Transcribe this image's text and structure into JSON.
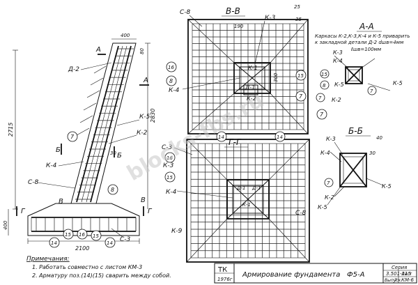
{
  "watermark": "blocks-fbs.ru",
  "left_view": {
    "dims": {
      "top": "400",
      "small_top": "80",
      "height_total": "2715",
      "height_col": "2830",
      "offset": "30",
      "base_height": "400",
      "base_width": "2100"
    },
    "labels": {
      "a_left": "А",
      "a_right": "А",
      "d2": "Д-2",
      "k5": "К-5",
      "k2": "К-2",
      "k4": "К-4",
      "c8": "С-8",
      "c3": "С-3",
      "b_left": "Б",
      "b_right": "Б",
      "v_left": "В",
      "v_right": "В",
      "g_left": "Г",
      "g_right": "Г"
    },
    "bubbles": [
      "7",
      "8",
      "14",
      "15",
      "16",
      "15",
      "14"
    ]
  },
  "plan_bb": {
    "title": "В-В",
    "labels": {
      "c8": "С-8",
      "k3": "К-3",
      "k4": "К-4",
      "k2": "К-2",
      "d1": "Д-1",
      "k1": "К-1",
      "dim_190": "190",
      "dim_25": "25",
      "dim_35": "35",
      "dim_300": "300"
    },
    "bubbles": [
      "16",
      "8",
      "15",
      "7",
      "7"
    ]
  },
  "section_aa": {
    "title": "А-А",
    "note_lines": [
      "Каркасы К-2,К-3,К-4 и К-5 приварить",
      "к закладной детали Д-2 dшв=4мм",
      "ℓшв=100мм"
    ],
    "labels": {
      "k3": "К-3",
      "k4": "К-4",
      "k5": "К-5",
      "k2": "К-2",
      "k5b": "К-5"
    },
    "bubbles": [
      "15",
      "8",
      "7",
      "7"
    ]
  },
  "plan_gg": {
    "title": "Г-Г",
    "labels": {
      "c3": "С-3",
      "k3": "К-3",
      "k4": "К-4",
      "k9": "К-9",
      "c8": "С-8",
      "k1": "К-1",
      "d1": "Д-1",
      "d1b": "Д-1"
    },
    "bubbles": [
      "16",
      "14",
      "15",
      "14"
    ]
  },
  "section_bb2": {
    "title": "Б-Б",
    "labels": {
      "k3": "К-3",
      "k4": "К-4",
      "k5": "К-5",
      "k2": "К-2",
      "k5b": "К-5",
      "dim_40": "40",
      "dim_30": "30"
    },
    "bubbles": [
      "7"
    ]
  },
  "notes": {
    "heading": "Примечания:",
    "items": [
      "1. Работать совместно с листом КМ-3",
      "2. Арматуру поз.(14)(15) сварить между собой."
    ]
  },
  "title_block": {
    "tk": "ТК",
    "code": "1976г",
    "title": "Армирование фундамента",
    "mark": "Ф5-А",
    "series_label": "Серия",
    "series_value": "3.501-115",
    "issue_label": "Выпуск",
    "issue_value": "7",
    "sheet_label": "Лист",
    "sheet_value": "КМ-6"
  }
}
